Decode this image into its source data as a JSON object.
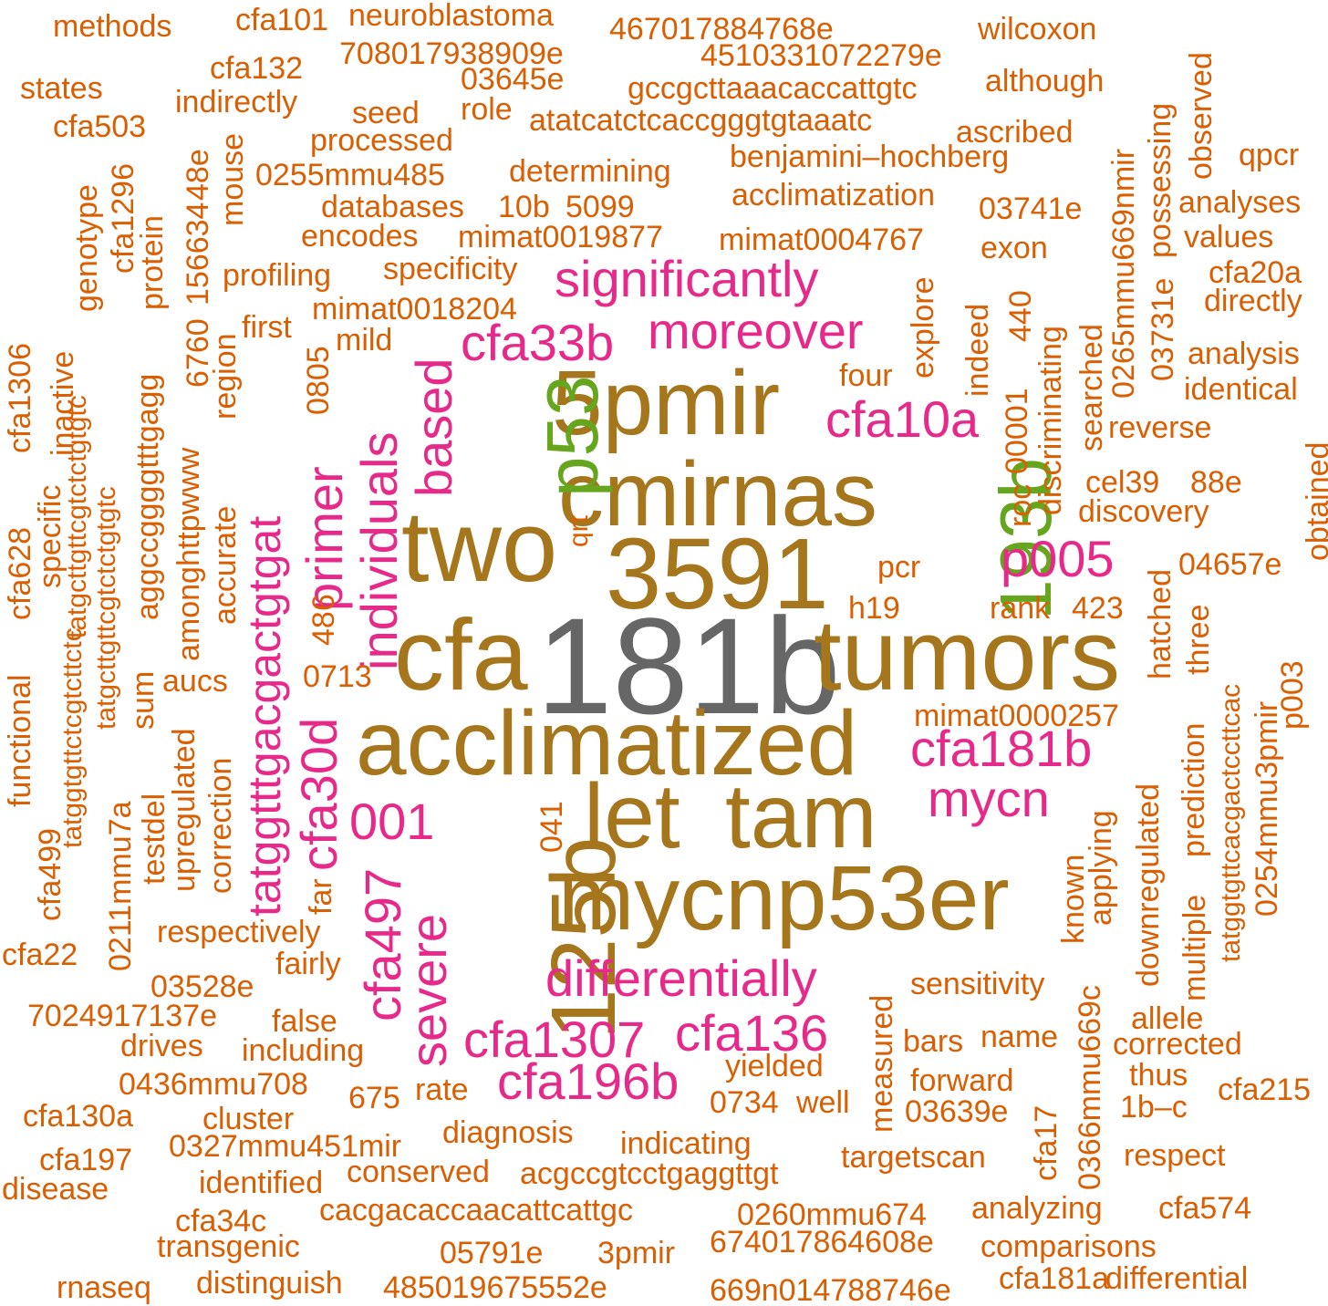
{
  "colors": {
    "gray": "#666666",
    "olive": "#a6761d",
    "magenta": "#e7298a",
    "green": "#66a61e",
    "orange": "#d95f02"
  },
  "words": [
    {
      "text": "181b",
      "color": "gray"
    },
    {
      "text": "5pmir",
      "color": "olive"
    },
    {
      "text": "cmirnas",
      "color": "olive"
    },
    {
      "text": "two",
      "color": "olive"
    },
    {
      "text": "3591",
      "color": "olive"
    },
    {
      "text": "cfa",
      "color": "olive"
    },
    {
      "text": "tumors",
      "color": "olive"
    },
    {
      "text": "acclimatized",
      "color": "olive"
    },
    {
      "text": "let",
      "color": "olive"
    },
    {
      "text": "tam",
      "color": "olive"
    },
    {
      "text": "mycnp53er",
      "color": "olive"
    },
    {
      "text": "125b",
      "color": "olive"
    },
    {
      "text": "p53",
      "color": "green"
    },
    {
      "text": "193b",
      "color": "green"
    },
    {
      "text": "significantly",
      "color": "magenta"
    },
    {
      "text": "moreover",
      "color": "magenta"
    },
    {
      "text": "cfa33b",
      "color": "magenta"
    },
    {
      "text": "cfa10a",
      "color": "magenta"
    },
    {
      "text": "based",
      "color": "magenta"
    },
    {
      "text": "individuals",
      "color": "magenta"
    },
    {
      "text": "primer",
      "color": "magenta"
    },
    {
      "text": "tatggtttgacgactgtgat",
      "color": "magenta"
    },
    {
      "text": "cfa30d",
      "color": "magenta"
    },
    {
      "text": "p005",
      "color": "magenta"
    },
    {
      "text": "cfa181b",
      "color": "magenta"
    },
    {
      "text": "mycn",
      "color": "magenta"
    },
    {
      "text": "001",
      "color": "magenta"
    },
    {
      "text": "cfa497",
      "color": "magenta"
    },
    {
      "text": "severe",
      "color": "magenta"
    },
    {
      "text": "differentially",
      "color": "magenta"
    },
    {
      "text": "cfa1307",
      "color": "magenta"
    },
    {
      "text": "cfa136",
      "color": "magenta"
    },
    {
      "text": "cfa196b",
      "color": "magenta"
    },
    {
      "text": "methods",
      "color": "orange"
    },
    {
      "text": "cfa101",
      "color": "orange"
    },
    {
      "text": "neuroblastoma",
      "color": "orange"
    },
    {
      "text": "467017884768e",
      "color": "orange"
    },
    {
      "text": "wilcoxon",
      "color": "orange"
    },
    {
      "text": "708017938909e",
      "color": "orange"
    },
    {
      "text": "4510331072279e",
      "color": "orange"
    },
    {
      "text": "states",
      "color": "orange"
    },
    {
      "text": "cfa132",
      "color": "orange"
    },
    {
      "text": "03645e",
      "color": "orange"
    },
    {
      "text": "gccgcttaaacaccattgtc",
      "color": "orange"
    },
    {
      "text": "although",
      "color": "orange"
    },
    {
      "text": "indirectly",
      "color": "orange"
    },
    {
      "text": "seed",
      "color": "orange"
    },
    {
      "text": "role",
      "color": "orange"
    },
    {
      "text": "atatcatctcaccgggtgtaaatc",
      "color": "orange"
    },
    {
      "text": "cfa503",
      "color": "orange"
    },
    {
      "text": "processed",
      "color": "orange"
    },
    {
      "text": "ascribed",
      "color": "orange"
    },
    {
      "text": "benjamini–hochberg",
      "color": "orange"
    },
    {
      "text": "qpcr",
      "color": "orange"
    },
    {
      "text": "0255mmu485",
      "color": "orange"
    },
    {
      "text": "determining",
      "color": "orange"
    },
    {
      "text": "acclimatization",
      "color": "orange"
    },
    {
      "text": "databases",
      "color": "orange"
    },
    {
      "text": "10b",
      "color": "orange"
    },
    {
      "text": "5099",
      "color": "orange"
    },
    {
      "text": "03741e",
      "color": "orange"
    },
    {
      "text": "analyses",
      "color": "orange"
    },
    {
      "text": "encodes",
      "color": "orange"
    },
    {
      "text": "mimat0019877",
      "color": "orange"
    },
    {
      "text": "mimat0004767",
      "color": "orange"
    },
    {
      "text": "values",
      "color": "orange"
    },
    {
      "text": "exon",
      "color": "orange"
    },
    {
      "text": "specificity",
      "color": "orange"
    },
    {
      "text": "profiling",
      "color": "orange"
    },
    {
      "text": "cfa20a",
      "color": "orange"
    },
    {
      "text": "directly",
      "color": "orange"
    },
    {
      "text": "mimat0018204",
      "color": "orange"
    },
    {
      "text": "first",
      "color": "orange"
    },
    {
      "text": "mild",
      "color": "orange"
    },
    {
      "text": "analysis",
      "color": "orange"
    },
    {
      "text": "four",
      "color": "orange"
    },
    {
      "text": "identical",
      "color": "orange"
    },
    {
      "text": "reverse",
      "color": "orange"
    },
    {
      "text": "cel39",
      "color": "orange"
    },
    {
      "text": "88e",
      "color": "orange"
    },
    {
      "text": "discovery",
      "color": "orange"
    },
    {
      "text": "pcr",
      "color": "orange"
    },
    {
      "text": "04657e",
      "color": "orange"
    },
    {
      "text": "h19",
      "color": "orange"
    },
    {
      "text": "rank",
      "color": "orange"
    },
    {
      "text": "423",
      "color": "orange"
    },
    {
      "text": "aucs",
      "color": "orange"
    },
    {
      "text": "0713",
      "color": "orange"
    },
    {
      "text": "mimat0000257",
      "color": "orange"
    },
    {
      "text": "respectively",
      "color": "orange"
    },
    {
      "text": "cfa22",
      "color": "orange"
    },
    {
      "text": "fairly",
      "color": "orange"
    },
    {
      "text": "03528e",
      "color": "orange"
    },
    {
      "text": "sensitivity",
      "color": "orange"
    },
    {
      "text": "7024917137e",
      "color": "orange"
    },
    {
      "text": "false",
      "color": "orange"
    },
    {
      "text": "allele",
      "color": "orange"
    },
    {
      "text": "drives",
      "color": "orange"
    },
    {
      "text": "including",
      "color": "orange"
    },
    {
      "text": "bars",
      "color": "orange"
    },
    {
      "text": "name",
      "color": "orange"
    },
    {
      "text": "corrected",
      "color": "orange"
    },
    {
      "text": "yielded",
      "color": "orange"
    },
    {
      "text": "thus",
      "color": "orange"
    },
    {
      "text": "0436mmu708",
      "color": "orange"
    },
    {
      "text": "forward",
      "color": "orange"
    },
    {
      "text": "cfa215",
      "color": "orange"
    },
    {
      "text": "675",
      "color": "orange"
    },
    {
      "text": "rate",
      "color": "orange"
    },
    {
      "text": "0734",
      "color": "orange"
    },
    {
      "text": "well",
      "color": "orange"
    },
    {
      "text": "1b–c",
      "color": "orange"
    },
    {
      "text": "cfa130a",
      "color": "orange"
    },
    {
      "text": "cluster",
      "color": "orange"
    },
    {
      "text": "03639e",
      "color": "orange"
    },
    {
      "text": "diagnosis",
      "color": "orange"
    },
    {
      "text": "0327mmu451mir",
      "color": "orange"
    },
    {
      "text": "indicating",
      "color": "orange"
    },
    {
      "text": "respect",
      "color": "orange"
    },
    {
      "text": "cfa197",
      "color": "orange"
    },
    {
      "text": "targetscan",
      "color": "orange"
    },
    {
      "text": "conserved",
      "color": "orange"
    },
    {
      "text": "acgccgtcctgaggttgt",
      "color": "orange"
    },
    {
      "text": "disease",
      "color": "orange"
    },
    {
      "text": "identified",
      "color": "orange"
    },
    {
      "text": "analyzing",
      "color": "orange"
    },
    {
      "text": "cfa574",
      "color": "orange"
    },
    {
      "text": "cfa34c",
      "color": "orange"
    },
    {
      "text": "cacgacaccaacattcattgc",
      "color": "orange"
    },
    {
      "text": "0260mmu674",
      "color": "orange"
    },
    {
      "text": "transgenic",
      "color": "orange"
    },
    {
      "text": "674017864608e",
      "color": "orange"
    },
    {
      "text": "comparisons",
      "color": "orange"
    },
    {
      "text": "05791e",
      "color": "orange"
    },
    {
      "text": "3pmir",
      "color": "orange"
    },
    {
      "text": "rnaseq",
      "color": "orange"
    },
    {
      "text": "distinguish",
      "color": "orange"
    },
    {
      "text": "485019675552e",
      "color": "orange"
    },
    {
      "text": "669n014788746e",
      "color": "orange"
    },
    {
      "text": "cfa181a",
      "color": "orange"
    },
    {
      "text": "differential",
      "color": "orange"
    },
    {
      "text": "cfa1296",
      "color": "orange"
    },
    {
      "text": "genotype",
      "color": "orange"
    },
    {
      "text": "protein",
      "color": "orange"
    },
    {
      "text": "156634",
      "color": "orange"
    },
    {
      "text": "48e",
      "color": "orange"
    },
    {
      "text": "mouse",
      "color": "orange"
    },
    {
      "text": "6760",
      "color": "orange"
    },
    {
      "text": "region",
      "color": "orange"
    },
    {
      "text": "cfa1306",
      "color": "orange"
    },
    {
      "text": "inactive",
      "color": "orange"
    },
    {
      "text": "tatgcttgttcgtctctgtgtc",
      "color": "orange"
    },
    {
      "text": "aggccggggtttgagg",
      "color": "orange"
    },
    {
      "text": "amonghttpwww",
      "color": "orange"
    },
    {
      "text": "accurate",
      "color": "orange"
    },
    {
      "text": "specific",
      "color": "orange"
    },
    {
      "text": "tatgcttgttcgtctctgtgtc",
      "color": "orange"
    },
    {
      "text": "cfa628",
      "color": "orange"
    },
    {
      "text": "sum",
      "color": "orange"
    },
    {
      "text": "functional",
      "color": "orange"
    },
    {
      "text": "tatggtgttctcgtcttctc",
      "color": "orange"
    },
    {
      "text": "0211mmu7a",
      "color": "orange"
    },
    {
      "text": "testdel",
      "color": "orange"
    },
    {
      "text": "upregulated",
      "color": "orange"
    },
    {
      "text": "correction",
      "color": "orange"
    },
    {
      "text": "cfa499",
      "color": "orange"
    },
    {
      "text": "far",
      "color": "orange"
    },
    {
      "text": "0805",
      "color": "orange"
    },
    {
      "text": "486",
      "color": "orange"
    },
    {
      "text": "qrt",
      "color": "orange"
    },
    {
      "text": "041",
      "color": "orange"
    },
    {
      "text": "explore",
      "color": "orange"
    },
    {
      "text": "indeed",
      "color": "orange"
    },
    {
      "text": "440",
      "color": "orange"
    },
    {
      "text": "roc",
      "color": "orange"
    },
    {
      "text": "00001",
      "color": "orange"
    },
    {
      "text": "discriminating",
      "color": "orange"
    },
    {
      "text": "searched",
      "color": "orange"
    },
    {
      "text": "0265mmu669nmir",
      "color": "orange"
    },
    {
      "text": "03731e",
      "color": "orange"
    },
    {
      "text": "possessing",
      "color": "orange"
    },
    {
      "text": "observed",
      "color": "orange"
    },
    {
      "text": "obtained",
      "color": "orange"
    },
    {
      "text": "hatched",
      "color": "orange"
    },
    {
      "text": "three",
      "color": "orange"
    },
    {
      "text": "tatggtgttcacgactccttcac",
      "color": "orange"
    },
    {
      "text": "p003",
      "color": "orange"
    },
    {
      "text": "0254mmu3pmir",
      "color": "orange"
    },
    {
      "text": "prediction",
      "color": "orange"
    },
    {
      "text": "multiple",
      "color": "orange"
    },
    {
      "text": "downregulated",
      "color": "orange"
    },
    {
      "text": "applying",
      "color": "orange"
    },
    {
      "text": "known",
      "color": "orange"
    },
    {
      "text": "0366mmu669c",
      "color": "orange"
    },
    {
      "text": "cfa17",
      "color": "orange"
    },
    {
      "text": "measured",
      "color": "orange"
    }
  ]
}
